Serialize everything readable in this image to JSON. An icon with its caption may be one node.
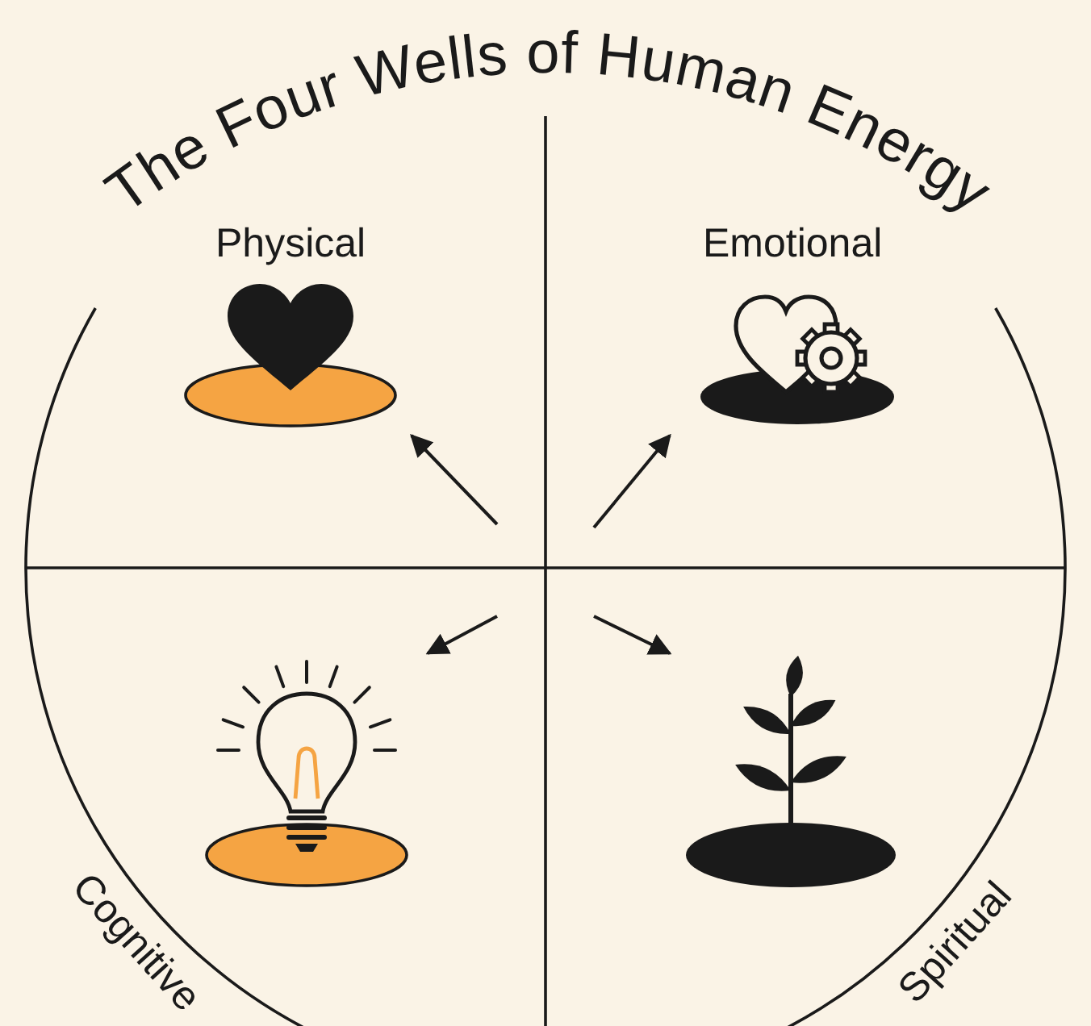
{
  "diagram": {
    "title": "The Four Wells of Human Energy",
    "nodes": [
      {
        "text": [
          "Physical"
        ]
      },
      {
        "text": [
          "Emotional"
        ]
      },
      {
        "text": [
          "Cognitive"
        ]
      },
      {
        "text": [
          "Spiritual"
        ]
      }
    ],
    "edges": [
      {
        "from": null,
        "to": 0,
        "arrow": "to"
      },
      {
        "from": null,
        "to": 1,
        "arrow": "to"
      },
      {
        "from": null,
        "to": 2,
        "arrow": "to"
      },
      {
        "from": null,
        "to": 3,
        "arrow": "to"
      }
    ]
  }
}
